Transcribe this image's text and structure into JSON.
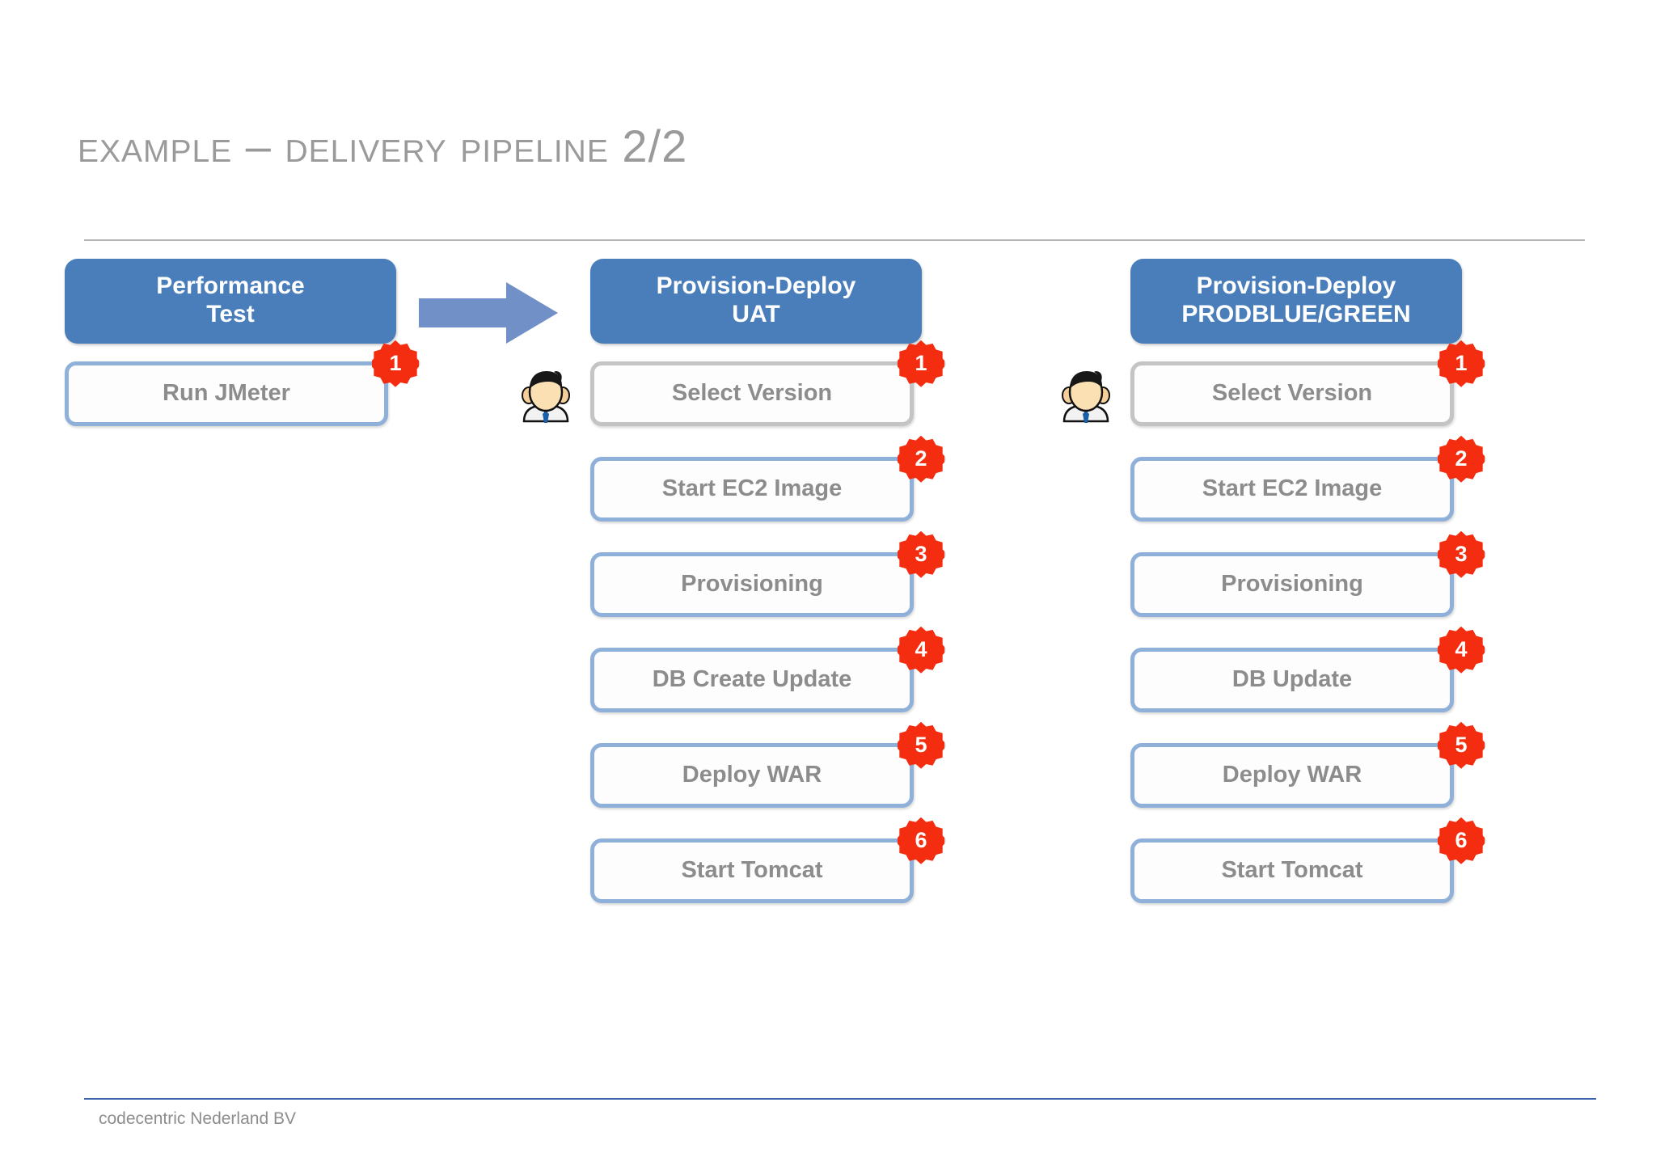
{
  "slide": {
    "title": "Example – Delivery Pipeline 2/2",
    "footer": "codecentric Nederland BV"
  },
  "colors": {
    "stage_header_blue": "#4a7ebb",
    "step_border_blue": "#8fb0d8",
    "step_border_gray": "#c4c4c4",
    "badge_red": "#f42d10",
    "arrow_blue": "#7190c8",
    "title_gray": "#9a9a9a",
    "step_text_gray": "#8c8c8c",
    "footer_rule_blue": "#3c64ad"
  },
  "icons": {
    "arrow": "right-arrow-icon",
    "avatar": "person-avatar-icon"
  },
  "columns": [
    {
      "id": "performance",
      "header_lines": [
        "Performance",
        "Test"
      ],
      "steps": [
        {
          "label": "Run JMeter",
          "badge": "1",
          "manual": false,
          "avatar": false
        }
      ]
    },
    {
      "id": "uat",
      "header_lines": [
        "Provision-Deploy",
        "UAT"
      ],
      "steps": [
        {
          "label": "Select Version",
          "badge": "1",
          "manual": true,
          "avatar": true
        },
        {
          "label": "Start EC2 Image",
          "badge": "2",
          "manual": false,
          "avatar": false
        },
        {
          "label": "Provisioning",
          "badge": "3",
          "manual": false,
          "avatar": false
        },
        {
          "label": "DB Create Update",
          "badge": "4",
          "manual": false,
          "avatar": false
        },
        {
          "label": "Deploy WAR",
          "badge": "5",
          "manual": false,
          "avatar": false
        },
        {
          "label": "Start Tomcat",
          "badge": "6",
          "manual": false,
          "avatar": false
        }
      ]
    },
    {
      "id": "prod",
      "header_lines": [
        "Provision-Deploy",
        "PRODBLUE/GREEN"
      ],
      "steps": [
        {
          "label": "Select Version",
          "badge": "1",
          "manual": true,
          "avatar": true
        },
        {
          "label": "Start EC2 Image",
          "badge": "2",
          "manual": false,
          "avatar": false
        },
        {
          "label": "Provisioning",
          "badge": "3",
          "manual": false,
          "avatar": false
        },
        {
          "label": "DB Update",
          "badge": "4",
          "manual": false,
          "avatar": false
        },
        {
          "label": "Deploy WAR",
          "badge": "5",
          "manual": false,
          "avatar": false
        },
        {
          "label": "Start Tomcat",
          "badge": "6",
          "manual": false,
          "avatar": false
        }
      ]
    }
  ]
}
